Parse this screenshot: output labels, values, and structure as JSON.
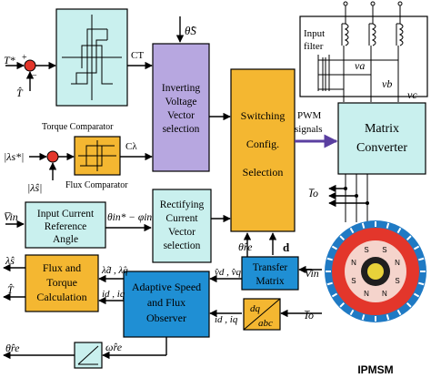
{
  "colors": {
    "comparator": "#c9f0ee",
    "inverting_vector": "#b7a7e0",
    "switching": "#f4b731",
    "matrix_converter": "#c9f0ee",
    "input_ref": "#c9f0ee",
    "rectifying": "#c9f0ee",
    "transfer": "#1f8fd4",
    "adaptive": "#1f8fd4",
    "flux_torque": "#f4b731",
    "dq_box": "#f4b731",
    "motor_stator": "#e3362b",
    "motor_ring": "#1f7ac4",
    "motor_core": "#e8d23a"
  },
  "blocks": {
    "torque_comparator_label": "Torque Comparator",
    "flux_comparator_label": "Flux Comparator",
    "inverting": [
      "Inverting",
      "Voltage",
      "Vector",
      "selection"
    ],
    "switching": [
      "Switching",
      "Config.",
      "Selection"
    ],
    "matrix_converter": [
      "Matrix",
      "Converter"
    ],
    "input_filter": [
      "Input",
      "filter"
    ],
    "input_current_ref": [
      "Input Current",
      "Reference",
      "Angle"
    ],
    "rectifying": [
      "Rectifying",
      "Current",
      "Vector",
      "selection"
    ],
    "transfer_matrix": [
      "Transfer",
      "Matrix"
    ],
    "adaptive_observer": [
      "Adaptive Speed",
      "and Flux",
      "Observer"
    ],
    "flux_torque_calc": [
      "Flux and",
      "Torque",
      "Calculation"
    ],
    "dq_top": "dq",
    "dq_bottom": "abc",
    "motor_label": "IPMSM",
    "pwm_signals": [
      "PWM",
      "signals"
    ],
    "d_label": "d",
    "plus_sign": "+",
    "minus_sign": "−"
  },
  "signals": {
    "theta_s": "θ̂S",
    "T_star": "T*",
    "T_hat": "T̂",
    "C_T": "CT",
    "C_lambda": "Cλ",
    "lambda_s_star": "|λs*|",
    "lambda_s_hat": "|λ̂s|",
    "V_in": "V̅in",
    "theta_in_phi": "θin* − φin",
    "theta_re": "θ̂re",
    "v_a": "va",
    "v_b": "vb",
    "v_c": "vc",
    "I_o": "I̅o",
    "V_in_right": "V̅in",
    "vd_vq": "v̂d , v̂q",
    "lambda_d_q": "λ̂d , λ̂q",
    "id_iq_left": "id , iq",
    "id_iq_mid": "id , iq",
    "I_o_bottom": "I̅o",
    "omega_re": "ω̂re",
    "lambda_s_out": "λ̂s",
    "T_out": "T̂",
    "theta_re_out": "θ̂re"
  },
  "motor_pole_labels": [
    "S",
    "N",
    "S",
    "N",
    "N",
    "S",
    "N",
    "S"
  ]
}
